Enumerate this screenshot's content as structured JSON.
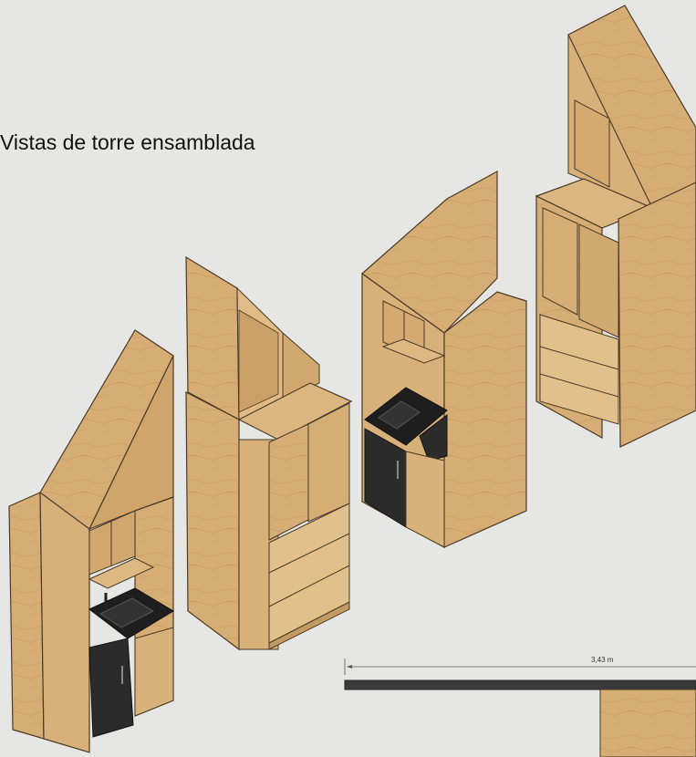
{
  "title": "Vistas de torre ensamblada",
  "dimension": {
    "label": "3,43 m"
  },
  "colors": {
    "background": "#e6e6e4",
    "wood": "#d6ad74",
    "wood_dark": "#c39a62",
    "wood_light": "#e0bb85",
    "edge": "#4a3a26",
    "appliance": "#2b2b2b",
    "countertop": "#1e1e1e"
  },
  "views": [
    {
      "name": "tower-view-front-left"
    },
    {
      "name": "tower-view-open-shelf"
    },
    {
      "name": "tower-view-kitchenette"
    },
    {
      "name": "tower-view-top-right"
    }
  ]
}
